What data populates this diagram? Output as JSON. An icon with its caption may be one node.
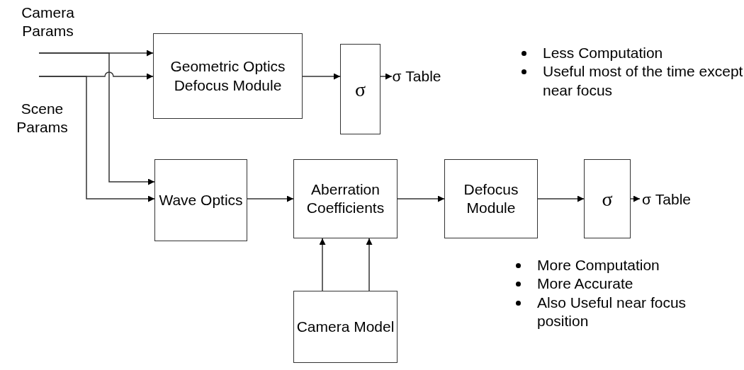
{
  "diagram": {
    "nodes": [
      {
        "text": [
          "Camera Params"
        ]
      },
      {
        "text": [
          "Scene Params"
        ]
      },
      {
        "text": [
          "Geometric Optics Defocus Module"
        ]
      },
      {
        "text": [
          "σ"
        ]
      },
      {
        "text": [
          "σ Table"
        ]
      },
      {
        "text": [
          "Wave Optics"
        ]
      },
      {
        "text": [
          "Aberration Coefficients"
        ]
      },
      {
        "text": [
          "Defocus Module"
        ]
      },
      {
        "text": [
          "σ"
        ]
      },
      {
        "text": [
          "σ Table"
        ]
      },
      {
        "text": [
          "Camera Model"
        ]
      }
    ],
    "edges": [
      {
        "from": 0,
        "to": 2,
        "arrow": "to"
      },
      {
        "from": 1,
        "to": 2,
        "arrow": "to"
      },
      {
        "from": 0,
        "to": 5,
        "arrow": "to"
      },
      {
        "from": 1,
        "to": 5,
        "arrow": "to"
      },
      {
        "from": 2,
        "to": 3,
        "arrow": "to"
      },
      {
        "from": 3,
        "to": 4,
        "arrow": "to"
      },
      {
        "from": 5,
        "to": 6,
        "arrow": "to"
      },
      {
        "from": 6,
        "to": 7,
        "arrow": "to"
      },
      {
        "from": 7,
        "to": 8,
        "arrow": "to"
      },
      {
        "from": 8,
        "to": 9,
        "arrow": "to"
      },
      {
        "from": 10,
        "to": 6,
        "arrow": "to"
      },
      {
        "from": 10,
        "to": 6,
        "arrow": "to"
      }
    ],
    "labels": [
      "Less Computation",
      "Useful most of the time except near focus",
      "More Computation",
      "More Accurate",
      "Also Useful near focus position"
    ]
  }
}
